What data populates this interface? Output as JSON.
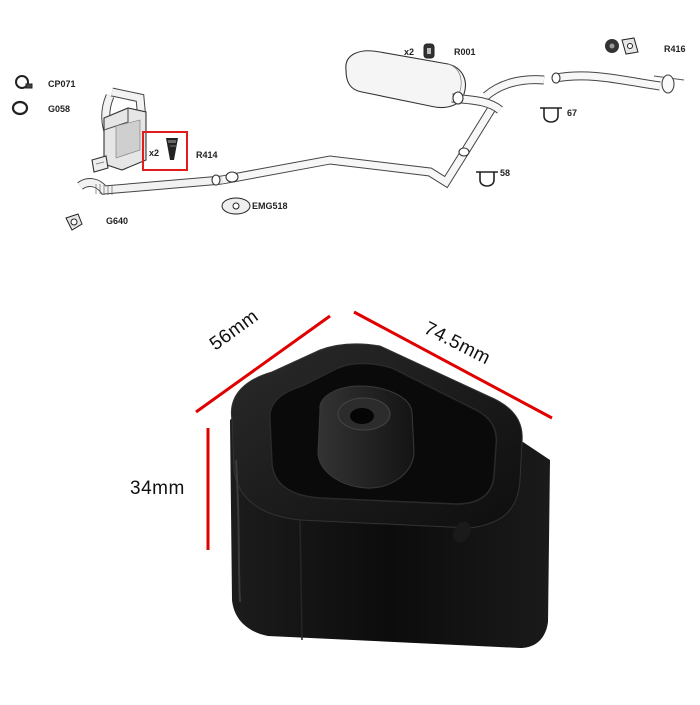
{
  "diagram": {
    "parts": {
      "cp071": "CP071",
      "g058": "G058",
      "g640": "G640",
      "r414": "R414",
      "r414_qty": "x2",
      "emg518": "EMG518",
      "r001": "R001",
      "r001_qty": "x2",
      "r416": "R416",
      "p67": "67",
      "p58": "58"
    },
    "highlight_color": "#e11d1d"
  },
  "product": {
    "dim_width": "56mm",
    "dim_length": "74.5mm",
    "dim_height": "34mm",
    "dim_line_color": "#e00000",
    "body_color": "#111111"
  }
}
